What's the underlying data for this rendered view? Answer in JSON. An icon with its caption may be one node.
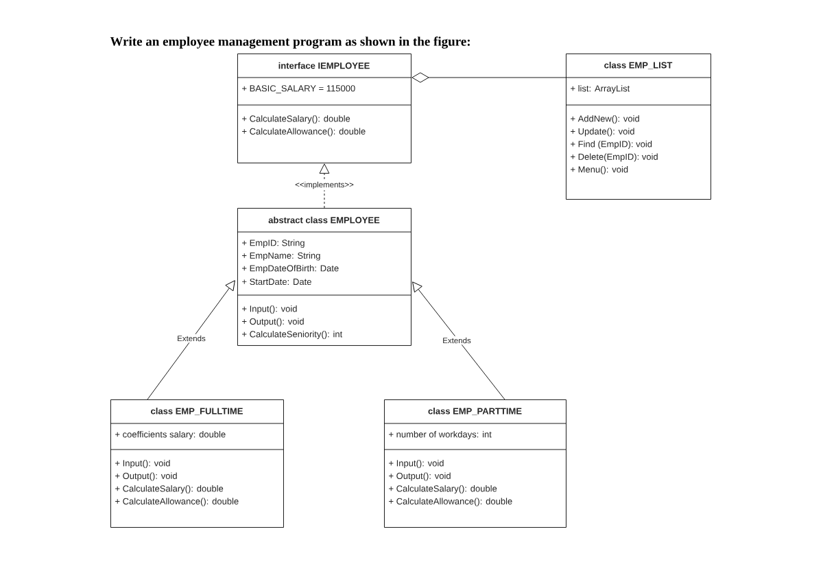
{
  "diagram": {
    "title": "Write an employee management program as shown in the figure:",
    "nodes": [
      {
        "text": [
          "interface IEMPLOYEE",
          "+ BASIC_SALARY = 115000",
          "+ CalculateSalary(): double",
          "+ CalculateAllowance(): double"
        ]
      },
      {
        "text": [
          "class EMP_LIST",
          "+ list: ArrayList",
          "+ AddNew(): void",
          "+ Update(): void",
          "+ Find (EmpID): void",
          "+ Delete(EmpID): void",
          "+ Menu(): void"
        ]
      },
      {
        "text": [
          "abstract class EMPLOYEE",
          "+ EmpID: String",
          "+ EmpName: String",
          "+ EmpDateOfBirth: Date",
          "+ StartDate: Date",
          "+ Input(): void",
          "+ Output(): void",
          "+ CalculateSeniority(): int"
        ]
      },
      {
        "text": [
          "class EMP_FULLTIME",
          "+ coefficients salary: double",
          "+ Input(): void",
          "+ Output(): void",
          "+ CalculateSalary(): double",
          "+ CalculateAllowance(): double"
        ]
      },
      {
        "text": [
          "class EMP_PARTTIME",
          "+ number of workdays: int",
          "+ Input(): void",
          "+ Output(): void",
          "+ CalculateSalary(): double",
          "+ CalculateAllowance(): double"
        ]
      }
    ],
    "edges": [
      {
        "from": 0,
        "to": 1,
        "arrow": "other"
      },
      {
        "from": 2,
        "to": 0,
        "arrow": "to",
        "label": "<<implements>>",
        "style": "dashed"
      },
      {
        "from": 3,
        "to": 2,
        "arrow": "to",
        "label": "Extends"
      },
      {
        "from": 4,
        "to": 2,
        "arrow": "to",
        "label": "Extends"
      }
    ]
  }
}
